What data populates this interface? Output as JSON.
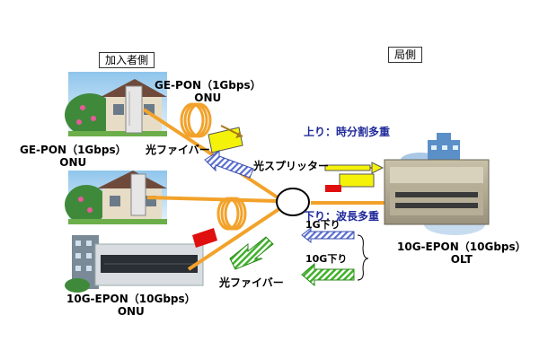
{
  "labels": {
    "subscriber_side": "加入者側",
    "office_side": "局側",
    "ge_pon_top_line1": "GE-PON（1Gbps）",
    "ge_pon_top_line2": "ONU",
    "ge_pon_left_line1": "GE-PON（1Gbps）",
    "ge_pon_left_line2": "ONU",
    "fiber_top": "光ファイバー",
    "optical_splitter": "光スプリッター",
    "upstream": "上り：時分割多重",
    "downstream": "下り：波長多重",
    "down_1g": "1G下り",
    "down_10g": "10G下り",
    "fiber_bottom": "光ファイバー",
    "onu_10g_line1": "10G-EPON（10Gbps）",
    "onu_10g_line2": "ONU",
    "olt_line1": "10G-EPON（10Gbps）",
    "olt_line2": "OLT"
  },
  "colors": {
    "fiber": "#f2a22a",
    "upstream_packet": "#f5f20a",
    "downstream_packet": "#e01010",
    "arrow_green": "#3fb22a",
    "arrow_blue_hatch": "#5a6fd0",
    "label_blue": "#1f2a9a"
  }
}
